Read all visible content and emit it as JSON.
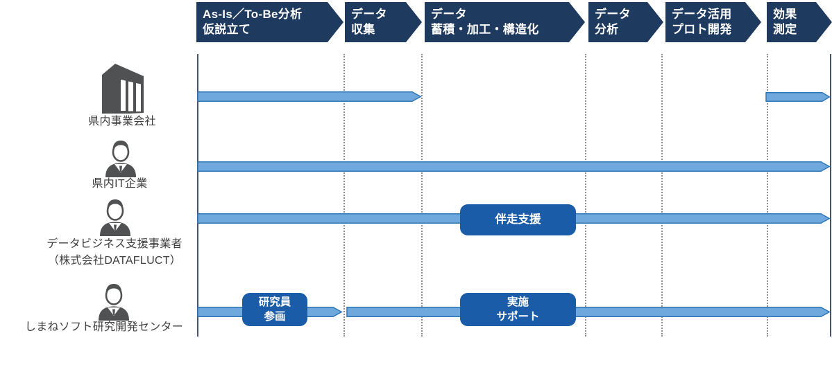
{
  "diagram": {
    "type": "process-gantt",
    "phases": [
      {
        "line1": "As-Is／To-Be分析",
        "line2": "仮説立て"
      },
      {
        "line1": "データ",
        "line2": "収集"
      },
      {
        "line1": "データ",
        "line2": "蓄積・加工・構造化"
      },
      {
        "line1": "データ",
        "line2": "分析"
      },
      {
        "line1": "データ活用",
        "line2": "プロト開発"
      },
      {
        "line1": "効果",
        "line2": "測定"
      }
    ],
    "rows": [
      {
        "label": "県内事業会社",
        "icon": "building-icon",
        "bars": [
          {
            "from_phase": 1,
            "to_phase": 2
          },
          {
            "from_phase": 6,
            "to_phase": 6
          }
        ]
      },
      {
        "label": "県内IT企業",
        "icon": "person-icon",
        "bars": [
          {
            "from_phase": 1,
            "to_phase": 6
          }
        ]
      },
      {
        "label": "データビジネス支援事業者",
        "label2": "（株式会社DATAFLUCT）",
        "icon": "person-icon",
        "bars": [
          {
            "from_phase": 1,
            "to_phase": 6
          }
        ]
      },
      {
        "label": "しまねソフト研究開発センター",
        "icon": "person-icon",
        "bars": [
          {
            "from_phase": 1,
            "to_phase": 1
          },
          {
            "from_phase": 2,
            "to_phase": 6
          }
        ]
      }
    ],
    "badges": {
      "accompaniment": {
        "label": "伴走支援",
        "over_phase": 3
      },
      "researcher": {
        "line1": "研究員",
        "line2": "参画",
        "over_phase": 1
      },
      "implementation": {
        "line1": "実施",
        "line2": "サポート",
        "over_phase": 3
      }
    },
    "colors": {
      "phase_header": "#1F3A5F",
      "badge": "#1A5CA8",
      "bar_fill": "#6FA8DC",
      "bar_border": "#2E75B6",
      "grid_dotted": "#8f8f8f",
      "grid_solid": "#44546A",
      "icon_gray": "#4f5152"
    }
  }
}
